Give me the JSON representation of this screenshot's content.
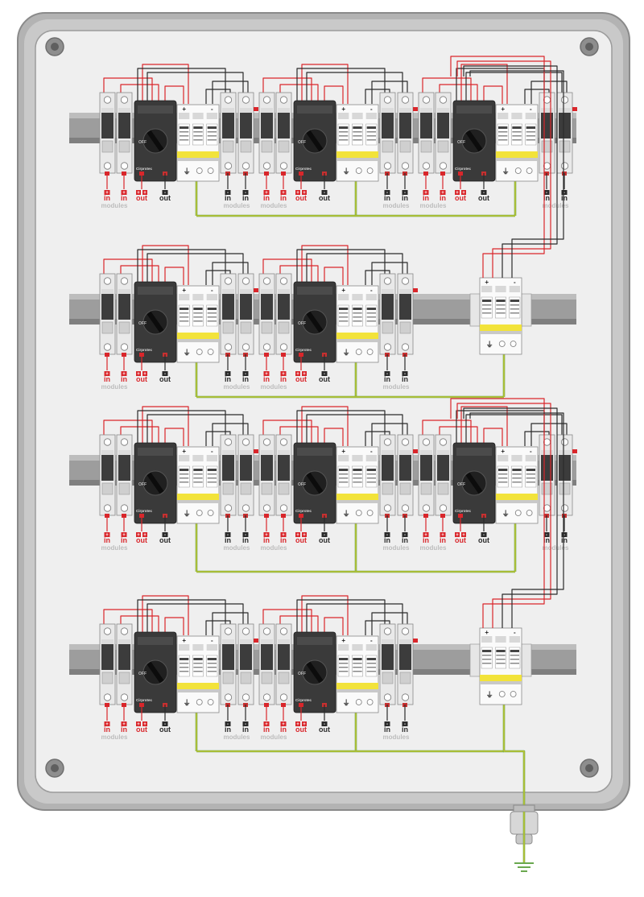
{
  "labels": {
    "in": "in",
    "out": "out",
    "modules": "modules",
    "plus": "+",
    "minus": "-",
    "brand": "Cirprotec",
    "switch_mark": "OFF",
    "ground": "⏚"
  },
  "colors": {
    "enclosure_frame": "#a8a8a8",
    "enclosure_face": "#efefef",
    "rail": "#9a9a9a",
    "positive_wire": "#d9262b",
    "negative_wire": "#2b2b2b",
    "earth_wire_green": "#6aa84f",
    "earth_wire_yellow": "#e6d21f",
    "switch_body": "#3a3a3a",
    "fuse_body": "#e9e9e9"
  },
  "icons": [
    "mounting-hole-icon",
    "ground-symbol-icon",
    "cable-gland-icon",
    "terminal-screw-icon"
  ],
  "layout_info": {
    "rows": 4,
    "full_units": [
      {
        "row": 1,
        "col": 1
      },
      {
        "row": 1,
        "col": 2
      },
      {
        "row": 1,
        "col": 3
      },
      {
        "row": 2,
        "col": 1
      },
      {
        "row": 2,
        "col": 2
      },
      {
        "row": 3,
        "col": 1
      },
      {
        "row": 3,
        "col": 2
      },
      {
        "row": 3,
        "col": 3
      },
      {
        "row": 4,
        "col": 1
      },
      {
        "row": 4,
        "col": 2
      }
    ],
    "spd_units": [
      {
        "row": 2
      },
      {
        "row": 4
      }
    ]
  }
}
